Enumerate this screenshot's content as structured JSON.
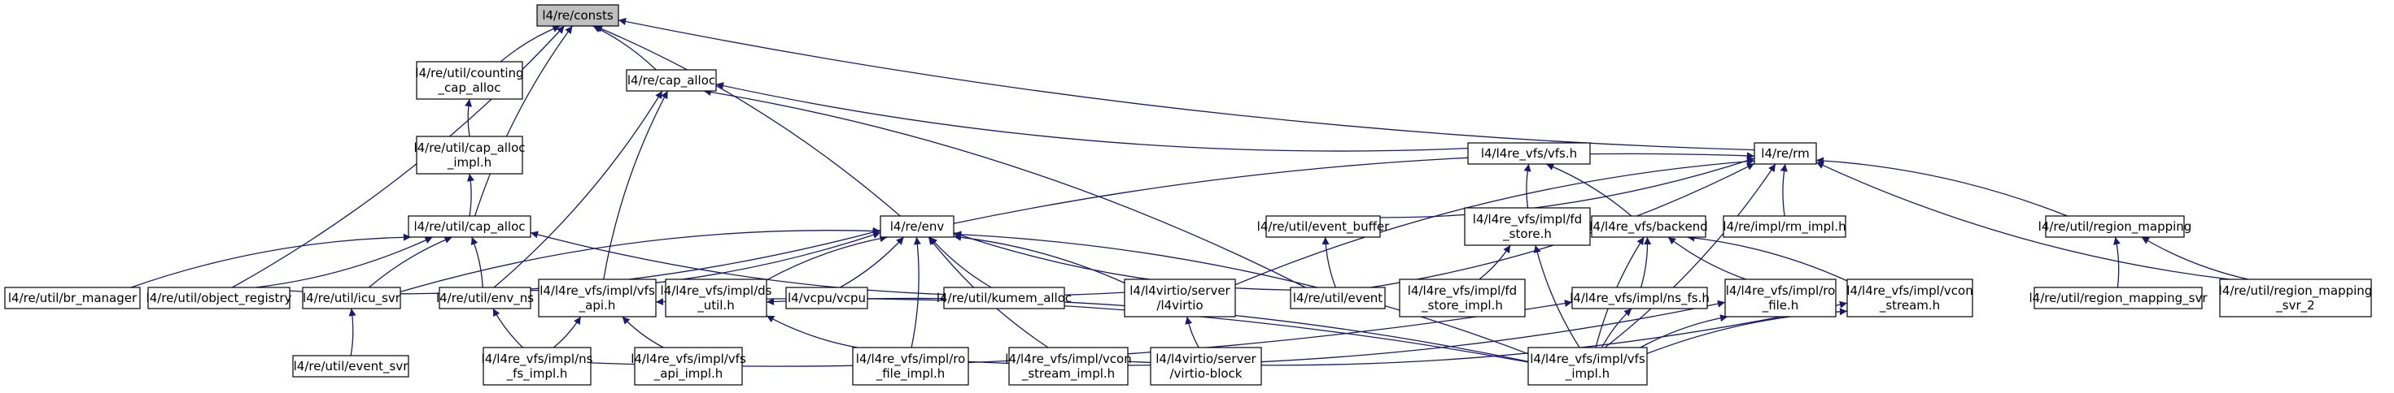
{
  "diagram": {
    "title": "",
    "edge_color": "#191970",
    "root_fill": "#bfbfbf",
    "nodes": [
      {
        "id": "consts",
        "lines": [
          "l4/re/consts"
        ],
        "root": true
      },
      {
        "id": "counting",
        "lines": [
          "l4/re/util/counting",
          "_cap_alloc"
        ]
      },
      {
        "id": "cap_alloc",
        "lines": [
          "l4/re/cap_alloc"
        ]
      },
      {
        "id": "cai",
        "lines": [
          "l4/re/util/cap_alloc",
          "_impl.h"
        ]
      },
      {
        "id": "ucap",
        "lines": [
          "l4/re/util/cap_alloc"
        ]
      },
      {
        "id": "vfs_h",
        "lines": [
          "l4/l4re_vfs/vfs.h"
        ]
      },
      {
        "id": "rm",
        "lines": [
          "l4/re/rm"
        ]
      },
      {
        "id": "env",
        "lines": [
          "l4/re/env"
        ]
      },
      {
        "id": "evbuf",
        "lines": [
          "l4/re/util/event_buffer"
        ]
      },
      {
        "id": "fdstore",
        "lines": [
          "l4/l4re_vfs/impl/fd",
          "_store.h"
        ]
      },
      {
        "id": "backend",
        "lines": [
          "l4/l4re_vfs/backend"
        ]
      },
      {
        "id": "rm_impl",
        "lines": [
          "l4/re/impl/rm_impl.h"
        ]
      },
      {
        "id": "regmap",
        "lines": [
          "l4/re/util/region_mapping"
        ]
      },
      {
        "id": "br_mgr",
        "lines": [
          "l4/re/util/br_manager"
        ]
      },
      {
        "id": "objreg",
        "lines": [
          "l4/re/util/object_registry"
        ]
      },
      {
        "id": "icu",
        "lines": [
          "l4/re/util/icu_svr"
        ]
      },
      {
        "id": "envns",
        "lines": [
          "l4/re/util/env_ns"
        ]
      },
      {
        "id": "vfsapi",
        "lines": [
          "l4/l4re_vfs/impl/vfs",
          "_api.h"
        ]
      },
      {
        "id": "ds",
        "lines": [
          "l4/l4re_vfs/impl/ds",
          "_util.h"
        ]
      },
      {
        "id": "vcpu",
        "lines": [
          "l4/vcpu/vcpu"
        ]
      },
      {
        "id": "kumem",
        "lines": [
          "l4/re/util/kumem_alloc"
        ]
      },
      {
        "id": "virtio",
        "lines": [
          "l4/l4virtio/server",
          "/l4virtio"
        ]
      },
      {
        "id": "event",
        "lines": [
          "l4/re/util/event"
        ]
      },
      {
        "id": "fdsi",
        "lines": [
          "l4/l4re_vfs/impl/fd",
          "_store_impl.h"
        ]
      },
      {
        "id": "nsfs",
        "lines": [
          "l4/l4re_vfs/impl/ns_fs.h"
        ]
      },
      {
        "id": "rofile",
        "lines": [
          "l4/l4re_vfs/impl/ro",
          "_file.h"
        ]
      },
      {
        "id": "vcon",
        "lines": [
          "l4/l4re_vfs/impl/vcon",
          "_stream.h"
        ]
      },
      {
        "id": "rms",
        "lines": [
          "l4/re/util/region_mapping_svr"
        ]
      },
      {
        "id": "rms2",
        "lines": [
          "l4/re/util/region_mapping",
          "_svr_2"
        ]
      },
      {
        "id": "evsvr",
        "lines": [
          "l4/re/util/event_svr"
        ]
      },
      {
        "id": "nsfsi",
        "lines": [
          "l4/l4re_vfs/impl/ns",
          "_fs_impl.h"
        ]
      },
      {
        "id": "vfsapii",
        "lines": [
          "l4/l4re_vfs/impl/vfs",
          "_api_impl.h"
        ]
      },
      {
        "id": "rofi",
        "lines": [
          "l4/l4re_vfs/impl/ro",
          "_file_impl.h"
        ]
      },
      {
        "id": "vconi",
        "lines": [
          "l4/l4re_vfs/impl/vcon",
          "_stream_impl.h"
        ]
      },
      {
        "id": "vblock",
        "lines": [
          "l4/l4virtio/server",
          "/virtio-block"
        ]
      },
      {
        "id": "vfsimpl",
        "lines": [
          "l4/l4re_vfs/impl/vfs",
          "_impl.h"
        ]
      }
    ],
    "edges": [
      [
        "counting",
        "consts"
      ],
      [
        "cap_alloc",
        "consts"
      ],
      [
        "rm",
        "consts"
      ],
      [
        "env",
        "consts"
      ],
      [
        "ucap",
        "consts"
      ],
      [
        "objreg",
        "consts"
      ],
      [
        "cai",
        "counting"
      ],
      [
        "ucap",
        "cai"
      ],
      [
        "vfs_h",
        "cap_alloc"
      ],
      [
        "envns",
        "cap_alloc"
      ],
      [
        "vfsapi",
        "cap_alloc"
      ],
      [
        "event",
        "cap_alloc"
      ],
      [
        "fdstore",
        "vfs_h"
      ],
      [
        "backend",
        "vfs_h"
      ],
      [
        "env",
        "rm"
      ],
      [
        "evbuf",
        "rm"
      ],
      [
        "rm_impl",
        "rm"
      ],
      [
        "regmap",
        "rm"
      ],
      [
        "rms2",
        "rm"
      ],
      [
        "event",
        "rm"
      ],
      [
        "virtio",
        "rm"
      ],
      [
        "vfsimpl",
        "rm"
      ],
      [
        "br_mgr",
        "ucap"
      ],
      [
        "objreg",
        "ucap"
      ],
      [
        "icu",
        "ucap"
      ],
      [
        "envns",
        "ucap"
      ],
      [
        "virtio",
        "ucap"
      ],
      [
        "objreg",
        "env"
      ],
      [
        "icu",
        "env"
      ],
      [
        "envns",
        "env"
      ],
      [
        "ds",
        "env"
      ],
      [
        "vcpu",
        "env"
      ],
      [
        "kumem",
        "env"
      ],
      [
        "virtio",
        "env"
      ],
      [
        "event",
        "env"
      ],
      [
        "rofi",
        "env"
      ],
      [
        "vconi",
        "env"
      ],
      [
        "vfsimpl",
        "env"
      ],
      [
        "event",
        "evbuf"
      ],
      [
        "fdsi",
        "fdstore"
      ],
      [
        "vfsimpl",
        "fdstore"
      ],
      [
        "nsfs",
        "backend"
      ],
      [
        "rofile",
        "backend"
      ],
      [
        "vcon",
        "backend"
      ],
      [
        "vfsimpl",
        "backend"
      ],
      [
        "rms",
        "regmap"
      ],
      [
        "rms2",
        "regmap"
      ],
      [
        "evsvr",
        "icu"
      ],
      [
        "nsfsi",
        "envns"
      ],
      [
        "nsfsi",
        "vfsapi"
      ],
      [
        "vfsapii",
        "vfsapi"
      ],
      [
        "vfsimpl",
        "vfsapi"
      ],
      [
        "rofi",
        "ds"
      ],
      [
        "vfsimpl",
        "ds"
      ],
      [
        "vblock",
        "virtio"
      ],
      [
        "nsfsi",
        "nsfs"
      ],
      [
        "vfsimpl",
        "nsfs"
      ],
      [
        "rofi",
        "rofile"
      ],
      [
        "vfsimpl",
        "rofile"
      ],
      [
        "vconi",
        "vcon"
      ],
      [
        "vfsimpl",
        "vcon"
      ]
    ]
  }
}
